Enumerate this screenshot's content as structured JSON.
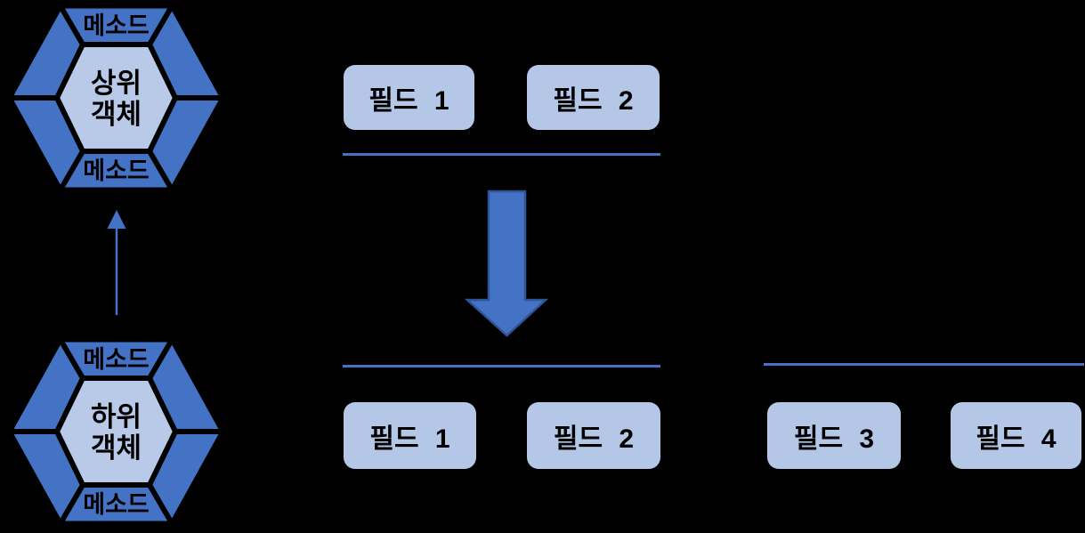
{
  "colors": {
    "background": "#000000",
    "hex_ring": "#4472C4",
    "hex_inner_fill": "#B9CAE8",
    "field_box_fill": "#B4C7E7",
    "connector_line": "#4472C4",
    "thin_arrow": "#4472C4",
    "big_arrow_fill": "#4472C4",
    "big_arrow_stroke": "#2F5597",
    "text": "#000000"
  },
  "parent_hexagon": {
    "top_method_label": "메소드",
    "bottom_method_label": "메소드",
    "center_line1": "상위",
    "center_line2": "객체"
  },
  "child_hexagon": {
    "top_method_label": "메소드",
    "bottom_method_label": "메소드",
    "center_line1": "하위",
    "center_line2": "객체"
  },
  "top_field_row": {
    "field1": "필드 1",
    "field2": "필드 2"
  },
  "bottom_left_field_row": {
    "field1": "필드 1",
    "field2": "필드 2"
  },
  "bottom_right_field_row": {
    "field3": "필드 3",
    "field4": "필드 4"
  }
}
